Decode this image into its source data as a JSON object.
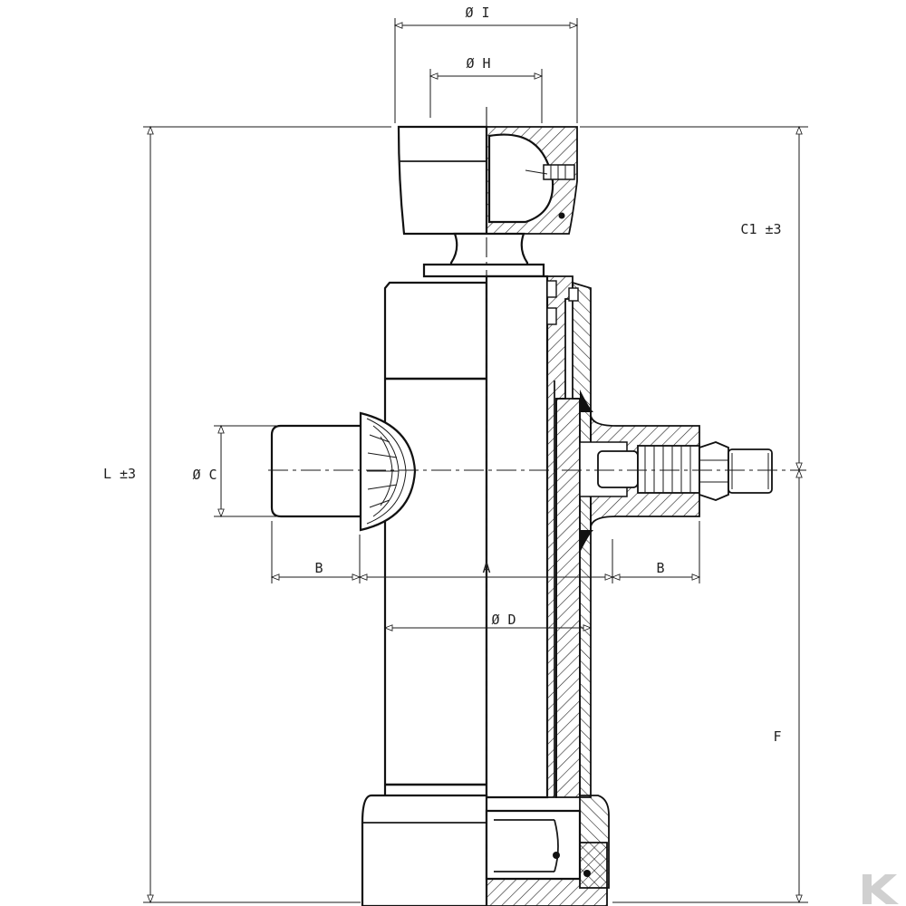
{
  "dimensions": {
    "dia_i": "Ø I",
    "dia_h": "Ø H",
    "c1": "C1 ±3",
    "l": "L ±3",
    "dia_c": "Ø C",
    "b_left": "B",
    "a": "A",
    "b_right": "B",
    "dia_d": "Ø D",
    "f": "F"
  },
  "watermark": "K"
}
